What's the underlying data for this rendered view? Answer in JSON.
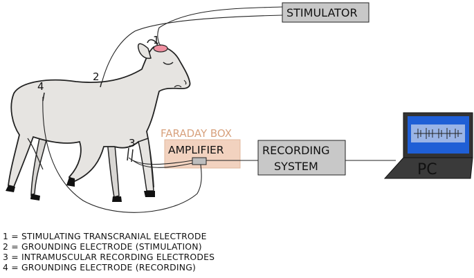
{
  "diagram": {
    "stimulator_label": "STIMULATOR",
    "faraday_label": "FARADAY BOX",
    "amplifier_label": "AMPLIFIER",
    "recording_line1": "RECORDING",
    "recording_line2": "SYSTEM",
    "pc_label": "PC",
    "markers": [
      "1",
      "2",
      "3",
      "4"
    ]
  },
  "legend": [
    "1 = STIMULATING TRANSCRANIAL ELECTRODE",
    "2 = GROUNDING ELECTRODE (STIMULATION)",
    "3 = INTRAMUSCULAR RECORDING ELECTRODES",
    "4 = GROUNDING ELECTRODE (RECORDING)"
  ],
  "colors": {
    "box_fill": "#c8c8c8",
    "faraday_fill": "#f2d2bf",
    "faraday_text": "#d8a27e",
    "sheep_fill": "#e6e4e1",
    "electrode_pink": "#f08fa0",
    "screen_blue": "#1f5fd6",
    "screen_inner": "#9ab4e6"
  }
}
